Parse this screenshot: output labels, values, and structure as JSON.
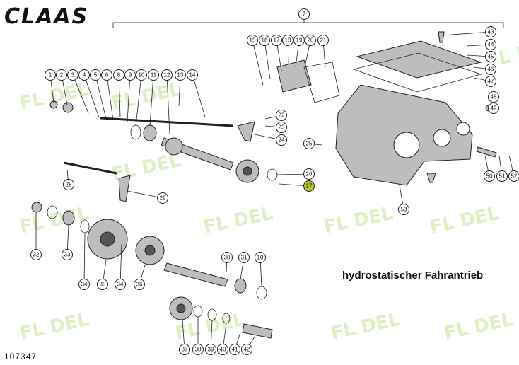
{
  "brand": {
    "logo": "CLAAS"
  },
  "caption": "hydrostatischer Fahrantrieb",
  "document_number": "107347",
  "watermark": "FL   DEL",
  "highlight_color": "#b8c82a",
  "callouts": [
    "1",
    "2",
    "3",
    "4",
    "5",
    "6",
    "7",
    "8",
    "9",
    "10",
    "11",
    "12",
    "13",
    "14",
    "15",
    "16",
    "17",
    "18",
    "19",
    "20",
    "21",
    "22",
    "23",
    "24",
    "25",
    "26",
    "27",
    "28",
    "29",
    "30",
    "31",
    "32",
    "33",
    "34",
    "35",
    "36",
    "37",
    "38",
    "39",
    "40",
    "41",
    "42",
    "43",
    "44",
    "45",
    "46",
    "47",
    "48",
    "49",
    "50",
    "51",
    "52",
    "53"
  ]
}
